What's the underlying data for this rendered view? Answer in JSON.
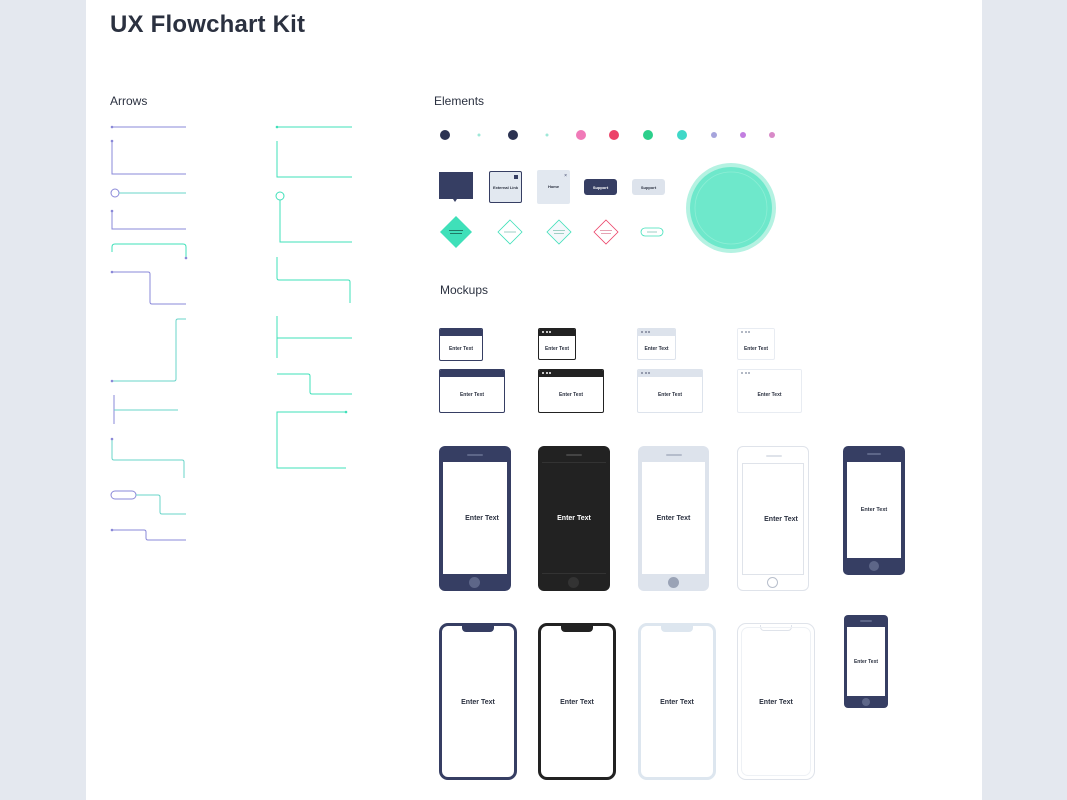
{
  "page": {
    "title": "UX Flowchart Kit"
  },
  "sections": {
    "arrows": "Arrows",
    "elements": "Elements",
    "mockups": "Mockups"
  },
  "elements": {
    "external_link": "External Link",
    "home": "Home",
    "support_dark": "Support",
    "support_light": "Support"
  },
  "mockups": {
    "browser_small_1": "Enter Text",
    "browser_small_2": "Enter Text",
    "browser_small_3": "Enter Text",
    "browser_small_4": "Enter Text",
    "browser_large_1": "Enter Text",
    "browser_large_2": "Enter Text",
    "browser_large_3": "Enter Text",
    "browser_large_4": "Enter Text",
    "iphone8_navy": "Enter Text",
    "iphone8_black": "Enter Text",
    "iphone8_light": "Enter Text",
    "iphone8_outline": "Enter Text",
    "iphone8_small_navy": "Enter Text",
    "iphonex_navy": "Enter Text",
    "iphonex_black": "Enter Text",
    "iphonex_light": "Enter Text",
    "iphonex_outline": "Enter Text",
    "iphone_se_navy": "Enter Text"
  },
  "colors": {
    "navy": "#363e63",
    "black": "#222222",
    "teal": "#3fe0b9",
    "teal_light": "#6ee8cb",
    "purple": "#8a88d8",
    "pink": "#f07ab8",
    "red": "#ec4268",
    "green": "#2ccf8b",
    "light_gray": "#dde3ec"
  }
}
